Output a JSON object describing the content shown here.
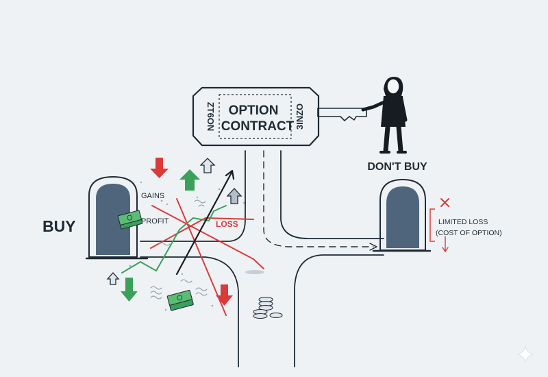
{
  "ticket": {
    "line1": "OPTION",
    "line2": "CONTRACT",
    "left_stub": "ZT6ON",
    "right_stub": "3INZO"
  },
  "labels": {
    "buy": "BUY",
    "dont_buy": "DON'T BUY",
    "gains": "GAINS",
    "profit": "PROFIT",
    "loss": "LOSS",
    "limited_loss_line1": "LIMITED LOSS",
    "limited_loss_line2": "(COST OF OPTION)"
  },
  "colors": {
    "background": "#eef2f5",
    "ink": "#1f2a33",
    "ticket_fill": "#cdd9e2",
    "door_fill": "#4f657c",
    "gain_green": "#3aa05a",
    "loss_red": "#d93a3a",
    "neutral_grey": "#8c98a3"
  },
  "icons": [
    "money-stack-icon",
    "coin-stack-icon",
    "key-icon",
    "person-icon",
    "x-mark-icon",
    "sparkle-icon"
  ]
}
